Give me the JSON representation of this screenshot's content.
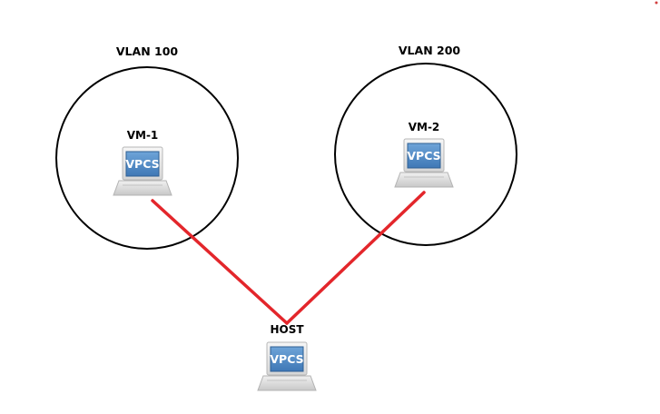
{
  "diagram": {
    "vlans": [
      {
        "label": "VLAN 100"
      },
      {
        "label": "VLAN 200"
      }
    ],
    "nodes": [
      {
        "label": "VM-1",
        "device_text": "VPCS",
        "icon": "laptop-icon"
      },
      {
        "label": "VM-2",
        "device_text": "VPCS",
        "icon": "laptop-icon"
      },
      {
        "label": "HOST",
        "device_text": "VPCS",
        "icon": "laptop-icon"
      }
    ],
    "links": [
      {
        "from": "VM-1",
        "to": "HOST"
      },
      {
        "from": "VM-2",
        "to": "HOST"
      }
    ],
    "colors": {
      "link": "#e3262b",
      "circle": "#000000",
      "screen": "#4a87c4",
      "screen_edge": "#2e5f93",
      "bezel": "#e4e4e4",
      "base": "#d9d9d9",
      "corner_dot": "#d24040"
    }
  }
}
